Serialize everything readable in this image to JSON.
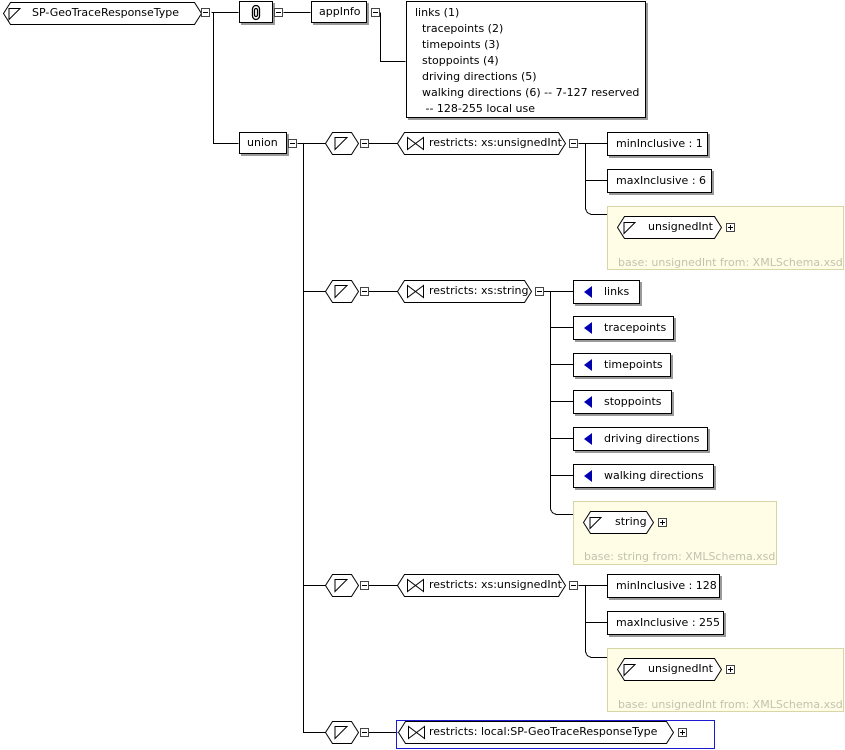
{
  "root": {
    "label": "SP-GeoTraceResponseType"
  },
  "annotation": {
    "appinfo_label": "appInfo",
    "doc_lines": [
      "links (1)",
      "  tracepoints (2)",
      "  timepoints (3)",
      "  stoppoints (4)",
      "  driving directions (5)",
      "  walking directions (6) -- 7-127 reserved",
      "   -- 128-255 local use"
    ]
  },
  "union": {
    "label": "union"
  },
  "members": [
    {
      "restriction": "restricts: xs:unsignedInt",
      "facets": [
        "minInclusive : 1",
        "maxInclusive : 6"
      ],
      "base": {
        "type": "unsignedInt",
        "note": "base: unsignedInt from: XMLSchema.xsd"
      }
    },
    {
      "restriction": "restricts: xs:string",
      "enums": [
        "links",
        "tracepoints",
        "timepoints",
        "stoppoints",
        "driving directions",
        "walking directions"
      ],
      "base": {
        "type": "string",
        "note": "base: string from: XMLSchema.xsd"
      }
    },
    {
      "restriction": "restricts: xs:unsignedInt",
      "facets": [
        "minInclusive : 128",
        "maxInclusive : 255"
      ],
      "base": {
        "type": "unsignedInt",
        "note": "base: unsignedInt from: XMLSchema.xsd"
      }
    },
    {
      "restriction": "restricts: local:SP-GeoTraceResponseType"
    }
  ]
}
